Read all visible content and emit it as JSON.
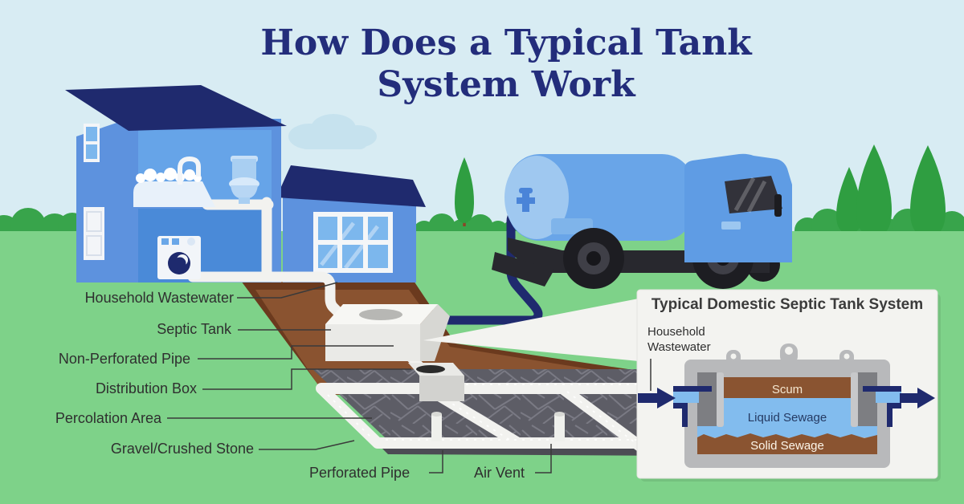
{
  "title": {
    "line1": "How Does a Typical Tank",
    "line2": "System Work"
  },
  "labels": {
    "household_wastewater": "Household Wastewater",
    "septic_tank": "Septic Tank",
    "non_perforated_pipe": "Non-Perforated Pipe",
    "distribution_box": "Distribution Box",
    "percolation_area": "Percolation Area",
    "gravel_crushed_stone": "Gravel/Crushed Stone",
    "perforated_pipe": "Perforated Pipe",
    "air_vent": "Air Vent"
  },
  "inset": {
    "title": "Typical Domestic Septic Tank System",
    "inflow_line1": "Household",
    "inflow_line2": "Wastewater",
    "layer_scum": "Scum",
    "layer_liquid": "Liquid Sewage",
    "layer_solid": "Solid Sewage"
  },
  "palette": {
    "sky": "#d8ecf3",
    "grass": "#7ed289",
    "bush_green": "#38a44b",
    "tree_green": "#2f9e41",
    "title_navy": "#232d7b",
    "house_blue": "#5d92de",
    "roof_navy": "#1f2a6e",
    "truck_blue": "#69a5e8",
    "hose_navy": "#1f2a6e",
    "soil_brown": "#8a5330",
    "soil_brown_dark": "#6b3a1e",
    "gravel_gray": "#5d5d66",
    "pipe_white": "#f2f2ef",
    "panel_bg": "#f3f3f0",
    "liquid_blue": "#82bcee",
    "sewage_brown": "#8a5431",
    "arrow_navy": "#1f2a6e",
    "label_text": "#2f2f2f"
  }
}
